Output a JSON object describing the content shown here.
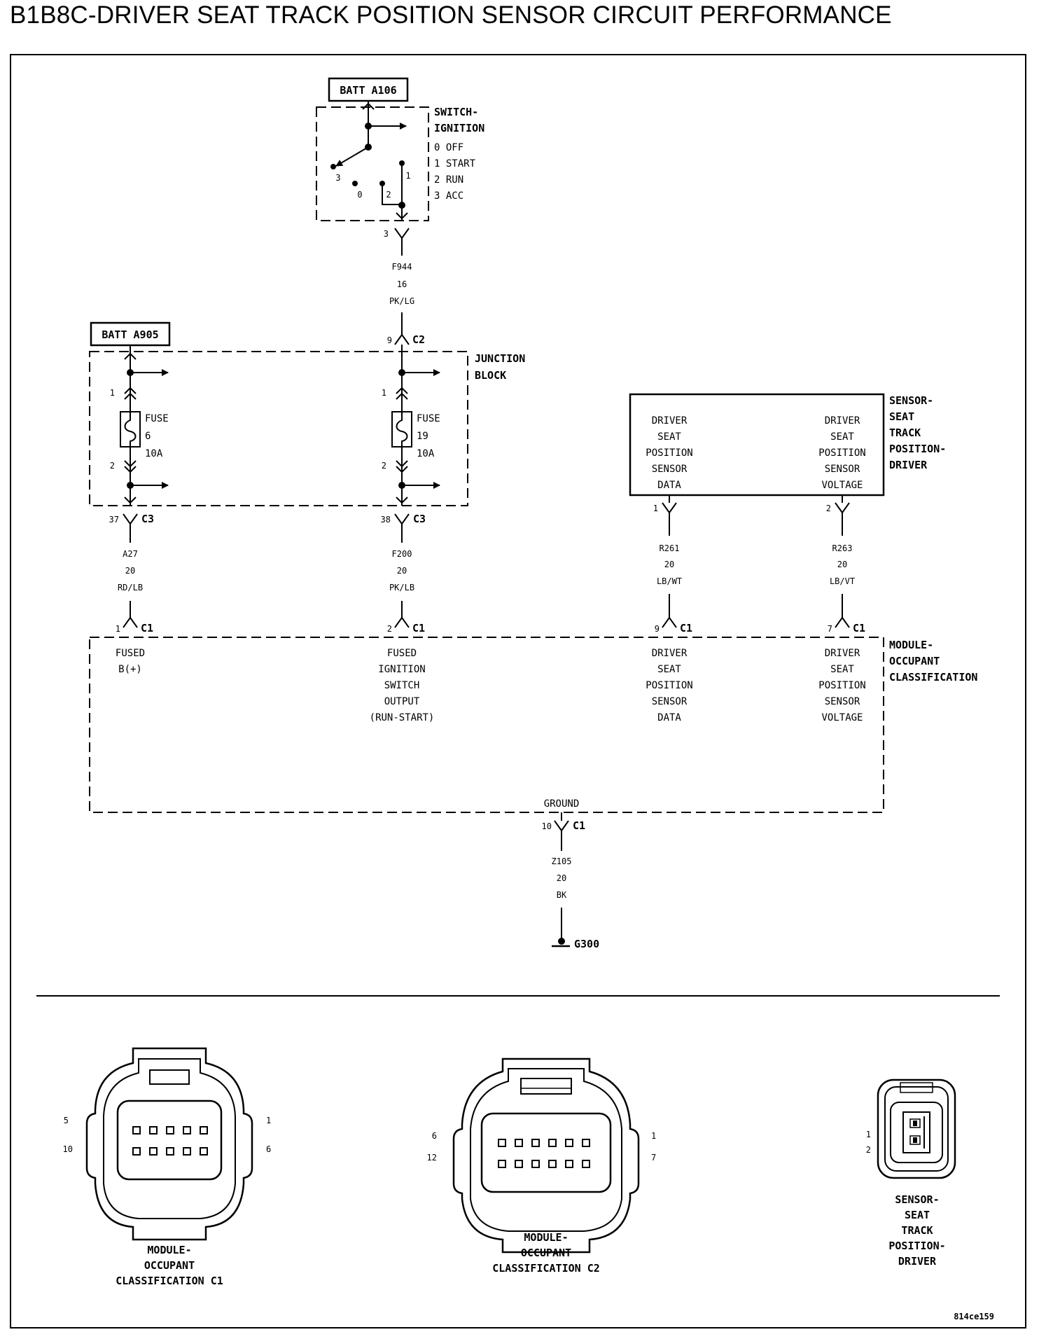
{
  "title": "B1B8C-DRIVER SEAT TRACK POSITION SENSOR CIRCUIT PERFORMANCE",
  "sources": {
    "batt_a106": "BATT A106",
    "batt_a905": "BATT A905"
  },
  "ignition_switch": {
    "name_lines": [
      "SWITCH-",
      "IGNITION"
    ],
    "positions": [
      "0 OFF",
      "1 START",
      "2 RUN",
      "3 ACC"
    ],
    "terminal_labels": [
      "3",
      "0",
      "2",
      "1"
    ],
    "output_pin": "3"
  },
  "wire_f944": {
    "code": "F944",
    "gauge": "16",
    "color": "PK/LG"
  },
  "junction_block": {
    "name_lines": [
      "JUNCTION",
      "BLOCK"
    ],
    "input_connector": {
      "pin": "9",
      "connector": "C2"
    },
    "fuse_left": {
      "label": "FUSE",
      "number": "6",
      "rating": "10A",
      "pin_top": "1",
      "pin_bottom": "2"
    },
    "fuse_right": {
      "label": "FUSE",
      "number": "19",
      "rating": "10A",
      "pin_top": "1",
      "pin_bottom": "2"
    },
    "out_left": {
      "pin": "37",
      "connector": "C3"
    },
    "out_right": {
      "pin": "38",
      "connector": "C3"
    }
  },
  "wires": {
    "a27": {
      "code": "A27",
      "gauge": "20",
      "color": "RD/LB"
    },
    "f200": {
      "code": "F200",
      "gauge": "20",
      "color": "PK/LB"
    },
    "r261": {
      "code": "R261",
      "gauge": "20",
      "color": "LB/WT"
    },
    "r263": {
      "code": "R263",
      "gauge": "20",
      "color": "LB/VT"
    },
    "z105": {
      "code": "Z105",
      "gauge": "20",
      "color": "BK"
    }
  },
  "sensor": {
    "name_lines": [
      "SENSOR-",
      "SEAT",
      "TRACK",
      "POSITION-",
      "DRIVER"
    ],
    "data_lines": [
      "DRIVER",
      "SEAT",
      "POSITION",
      "SENSOR",
      "DATA"
    ],
    "voltage_lines": [
      "DRIVER",
      "SEAT",
      "POSITION",
      "SENSOR",
      "VOLTAGE"
    ],
    "pin_data": "1",
    "pin_voltage": "2"
  },
  "module": {
    "name_lines": [
      "MODULE-",
      "OCCUPANT",
      "CLASSIFICATION"
    ],
    "pins": [
      {
        "pin": "1",
        "connector": "C1",
        "lines": [
          "FUSED",
          "B(+)"
        ]
      },
      {
        "pin": "2",
        "connector": "C1",
        "lines": [
          "FUSED",
          "IGNITION",
          "SWITCH",
          "OUTPUT",
          "(RUN-START)"
        ]
      },
      {
        "pin": "9",
        "connector": "C1",
        "lines": [
          "DRIVER",
          "SEAT",
          "POSITION",
          "SENSOR",
          "DATA"
        ]
      },
      {
        "pin": "7",
        "connector": "C1",
        "lines": [
          "DRIVER",
          "SEAT",
          "POSITION",
          "SENSOR",
          "VOLTAGE"
        ]
      }
    ],
    "ground_label": "GROUND",
    "ground_pin": "10",
    "ground_connector": "C1"
  },
  "ground_point": "G300",
  "connector_views": {
    "c1": {
      "caption_lines": [
        "MODULE-",
        "OCCUPANT",
        "CLASSIFICATION C1"
      ],
      "pins": [
        "5",
        "10",
        "1",
        "6"
      ]
    },
    "c2": {
      "caption_lines": [
        "MODULE-",
        "OCCUPANT",
        "CLASSIFICATION C2"
      ],
      "pins": [
        "6",
        "12",
        "1",
        "7"
      ]
    },
    "sensor": {
      "caption_lines": [
        "SENSOR-",
        "SEAT",
        "TRACK",
        "POSITION-",
        "DRIVER"
      ],
      "pins": [
        "1",
        "2"
      ]
    }
  },
  "figure_id": "814ce159"
}
